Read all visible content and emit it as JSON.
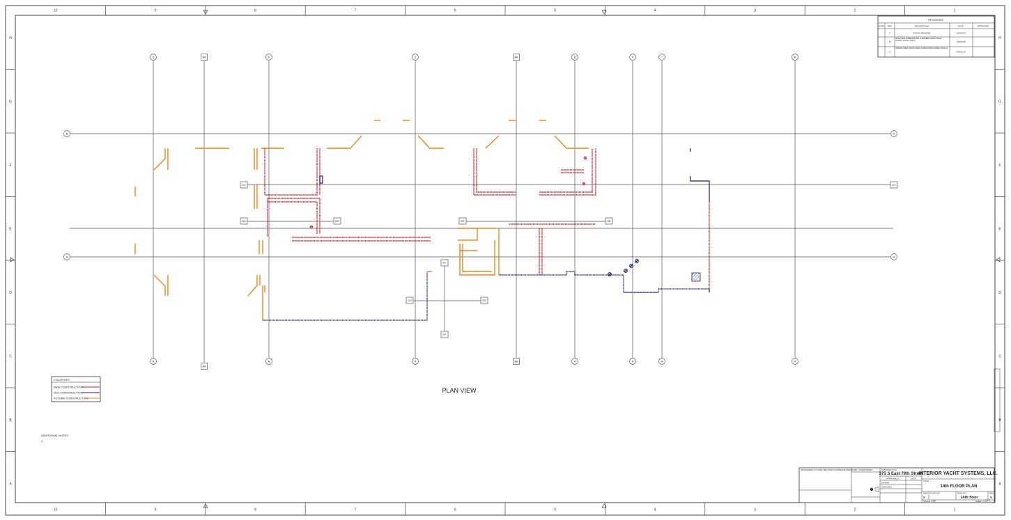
{
  "sheet": {
    "columns": [
      "10",
      "9",
      "8",
      "7",
      "6",
      "5",
      "4",
      "3",
      "2",
      "1"
    ],
    "rows": [
      "H",
      "G",
      "F",
      "E",
      "D",
      "C",
      "B",
      "A"
    ]
  },
  "grid": {
    "top_bubbles": [
      "D",
      "AA",
      "D",
      "E",
      "BB",
      "B",
      "F",
      "I",
      "B"
    ],
    "bottom_bubbles": [
      "A",
      "AA",
      "A",
      "A",
      "BB",
      "A",
      "A",
      "A",
      "A"
    ],
    "row_bubbles_left": [
      "B",
      "A"
    ],
    "row_bubbles_right": [
      "A",
      "A"
    ],
    "tags": [
      "CC",
      "CC",
      "DD",
      "DD",
      "EE",
      "EE",
      "FF",
      "FF",
      "GG",
      "GG"
    ]
  },
  "colors": {
    "new": "#d2232a",
    "old": "#1a1a6e",
    "future": "#e8861a",
    "line": "#555555"
  },
  "legend": {
    "title": "COLOR KEY",
    "items": [
      {
        "label": "NEW CONSTRUCTION",
        "color": "#d2232a"
      },
      {
        "label": "OLD CONSTRUCTION",
        "color": "#1a1a6e"
      },
      {
        "label": "FUTURE CONSTRUCTION",
        "color": "#e8861a"
      }
    ]
  },
  "plan_view_label": "PLAN VIEW",
  "notes": {
    "title": "ADDITIONAL NOTES:",
    "items": [
      "1."
    ]
  },
  "revisions": {
    "title": "REVISIONS",
    "headers": [
      "ZONE",
      "REV",
      "DESCRIPTION",
      "DATE",
      "APPROVED"
    ],
    "rows": [
      {
        "rev": "A",
        "description": "INITIAL RELEASE",
        "date": "12/1/2014"
      },
      {
        "rev": "B",
        "description": "UPDATED DIMENSIONS & ADDED ADDITIONAL STRUCTURAL WALL",
        "date": "1/20/2015"
      },
      {
        "rev": "C",
        "description": "ADDED NEW GRID LINES & RECONFIGURED WALLS",
        "date": "2/26/2015"
      }
    ]
  },
  "title_block": {
    "company": "INTERIOR YACHT SYSTEMS, LLC.",
    "contract_label": "CONTRACT NO.",
    "project": "375 S East 79th Street",
    "approvals_label": "APPROVALS",
    "date_label": "DATE",
    "drawn_label": "DRAWN",
    "checked_label": "CHECKED",
    "title_label": "TITLE",
    "drawing_title": "14th FLOOR PLAN",
    "size_label": "SIZE",
    "size": "B",
    "fscm_label": "FSCM NO.",
    "dwg_label": "DWG NO.",
    "floor": "14th floor",
    "rev_label": "REV",
    "rev": "B",
    "scale_label": "SCALE",
    "scale": "1:90",
    "sheet_label": "SHEET",
    "sheet": "1 OF 1",
    "tolerances_label": "TOLERANCES",
    "standards_label": "STANDARDS & CODE / RELATED COVERAGE SPECIFIED"
  }
}
